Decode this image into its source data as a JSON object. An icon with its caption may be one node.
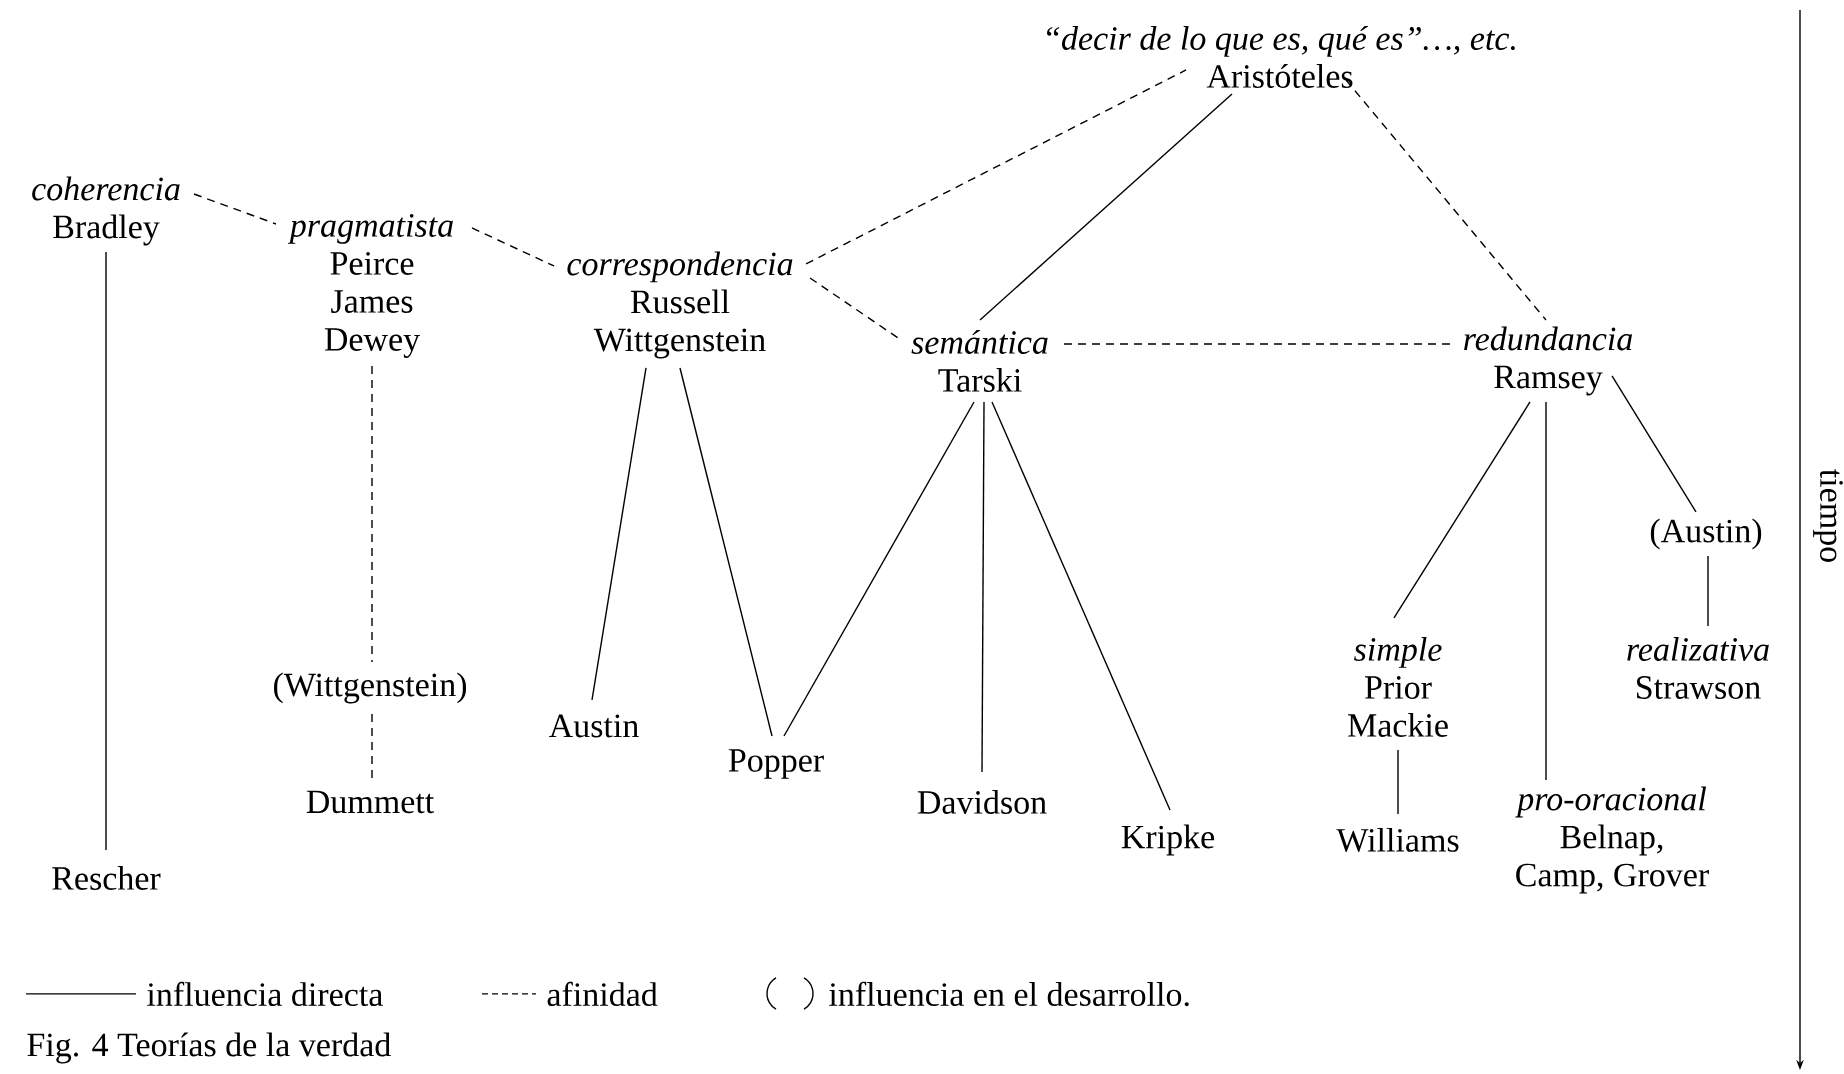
{
  "diagram": {
    "caption": "Fig. 4 Teorías de la verdad",
    "nodes": [
      {
        "text": [
          "“decir de lo que es, qué es”…, etc.",
          "Aristóteles"
        ]
      },
      {
        "text": [
          "coherencia",
          "Bradley"
        ]
      },
      {
        "text": [
          "pragmatista",
          "Peirce James Dewey"
        ]
      },
      {
        "text": [
          "correspondencia",
          "Russell Wittgenstein"
        ]
      },
      {
        "text": [
          "semántica",
          "Tarski"
        ]
      },
      {
        "text": [
          "redundancia",
          "Ramsey"
        ]
      },
      {
        "text": [
          "(Wittgenstein)"
        ]
      },
      {
        "text": [
          "Dummett"
        ]
      },
      {
        "text": [
          "Austin"
        ]
      },
      {
        "text": [
          "Popper"
        ]
      },
      {
        "text": [
          "Davidson"
        ]
      },
      {
        "text": [
          "Kripke"
        ]
      },
      {
        "text": [
          "Rescher"
        ]
      },
      {
        "text": [
          "(Austin)"
        ]
      },
      {
        "text": [
          "simple",
          "Prior Mackie"
        ]
      },
      {
        "text": [
          "Williams"
        ]
      },
      {
        "text": [
          "pro-oracional",
          "Belnap, Camp, Grover"
        ]
      },
      {
        "text": [
          "realizativa",
          "Strawson"
        ]
      }
    ],
    "edges": [
      {
        "from": 1,
        "to": 2,
        "arrow": "none",
        "style": "dashed"
      },
      {
        "from": 2,
        "to": 3,
        "arrow": "none",
        "style": "dashed"
      },
      {
        "from": 3,
        "to": 0,
        "arrow": "none",
        "style": "dashed"
      },
      {
        "from": 3,
        "to": 4,
        "arrow": "none",
        "style": "dashed"
      },
      {
        "from": 0,
        "to": 4,
        "arrow": "none"
      },
      {
        "from": 0,
        "to": 5,
        "arrow": "none",
        "style": "dashed"
      },
      {
        "from": 4,
        "to": 5,
        "arrow": "none",
        "style": "dashed"
      },
      {
        "from": 1,
        "to": 12,
        "arrow": "none"
      },
      {
        "from": 2,
        "to": 6,
        "arrow": "none",
        "style": "dashed"
      },
      {
        "from": 6,
        "to": 7,
        "arrow": "none",
        "style": "dashed"
      },
      {
        "from": 3,
        "to": 8,
        "arrow": "none"
      },
      {
        "from": 3,
        "to": 9,
        "arrow": "none"
      },
      {
        "from": 4,
        "to": 9,
        "arrow": "none"
      },
      {
        "from": 4,
        "to": 10,
        "arrow": "none"
      },
      {
        "from": 4,
        "to": 11,
        "arrow": "none"
      },
      {
        "from": 5,
        "to": 14,
        "arrow": "none"
      },
      {
        "from": 5,
        "to": 16,
        "arrow": "none"
      },
      {
        "from": 5,
        "to": 13,
        "arrow": "none"
      },
      {
        "from": 13,
        "to": 17,
        "arrow": "none"
      },
      {
        "from": 14,
        "to": 15,
        "arrow": "none"
      }
    ],
    "labels": [
      "tiempo"
    ],
    "legend": [
      {
        "text": "influencia directa"
      },
      {
        "text": "afinidad"
      },
      {
        "text": "influencia en el desarrollo."
      }
    ]
  }
}
